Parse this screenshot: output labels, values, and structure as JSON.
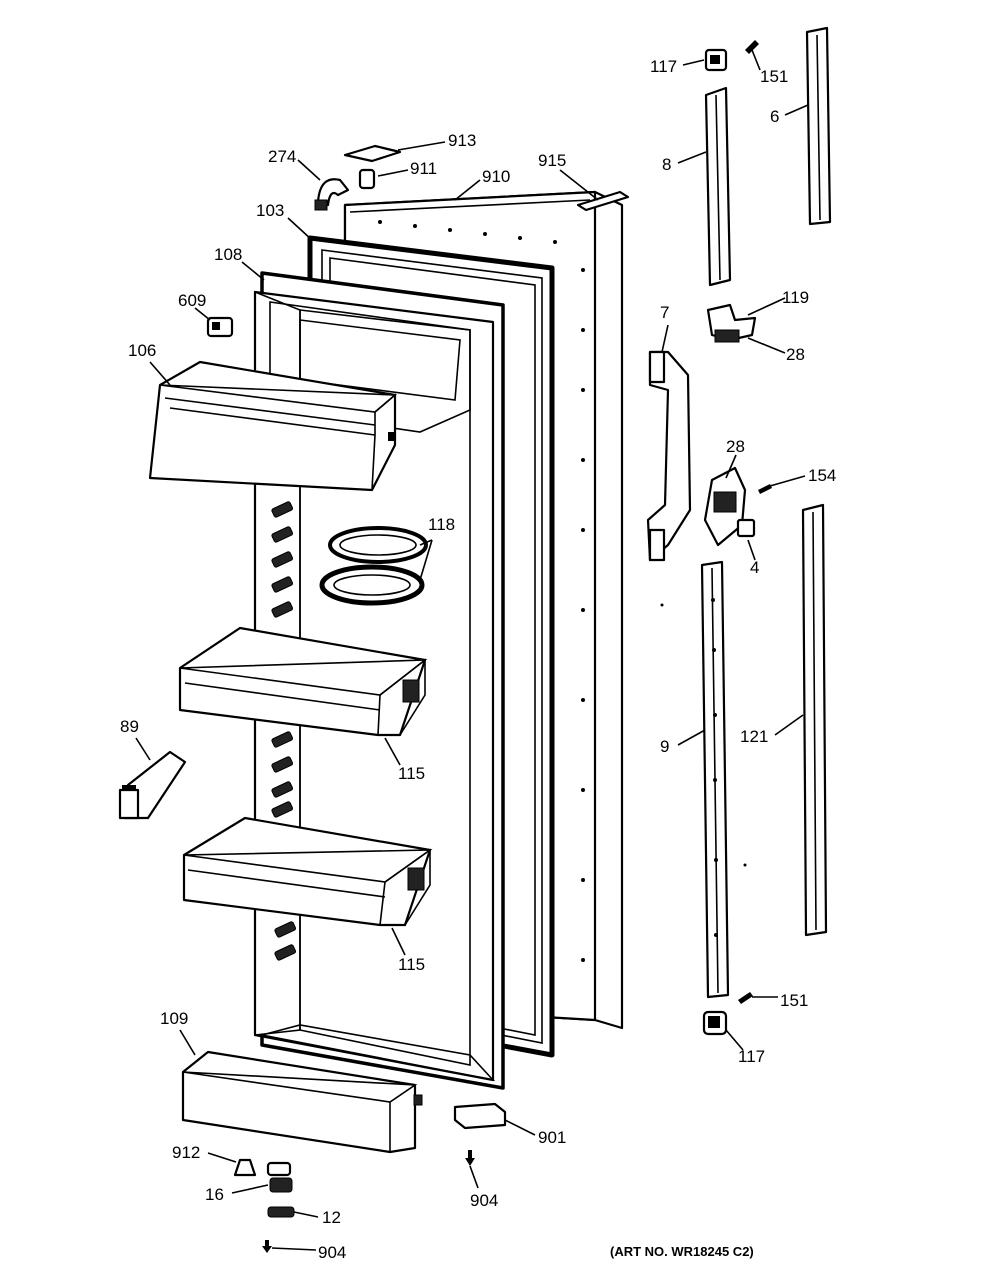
{
  "callouts": {
    "c117a": "117",
    "c151a": "151",
    "c6": "6",
    "c913": "913",
    "c274": "274",
    "c911": "911",
    "c915": "915",
    "c910": "910",
    "c8": "8",
    "c103": "103",
    "c108": "108",
    "c609": "609",
    "c119": "119",
    "c7": "7",
    "c28a": "28",
    "c106": "106",
    "c28b": "28",
    "c154": "154",
    "c118": "118",
    "c4": "4",
    "c89": "89",
    "c115a": "115",
    "c9": "9",
    "c121": "121",
    "c115b": "115",
    "c151b": "151",
    "c109": "109",
    "c117b": "117",
    "c901": "901",
    "c912": "912",
    "c16": "16",
    "c904a": "904",
    "c12": "12",
    "c904b": "904"
  },
  "art_number": "(ART NO. WR18245 C2)"
}
